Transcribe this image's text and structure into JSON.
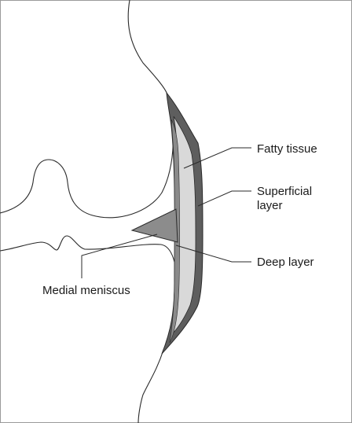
{
  "labels": {
    "fatty_tissue": "Fatty tissue",
    "superficial_line1": "Superficial",
    "superficial_line2": "layer",
    "deep_layer": "Deep layer",
    "medial_meniscus": "Medial meniscus"
  },
  "colors": {
    "background": "#ffffff",
    "outline": "#2a2a2a",
    "superficial_layer": "#5e5e5e",
    "fatty_tissue": "#d9d9d9",
    "deep_layer": "#8a8a8a",
    "meniscus": "#8c8c8c",
    "frame_border": "#9a9a9a"
  }
}
